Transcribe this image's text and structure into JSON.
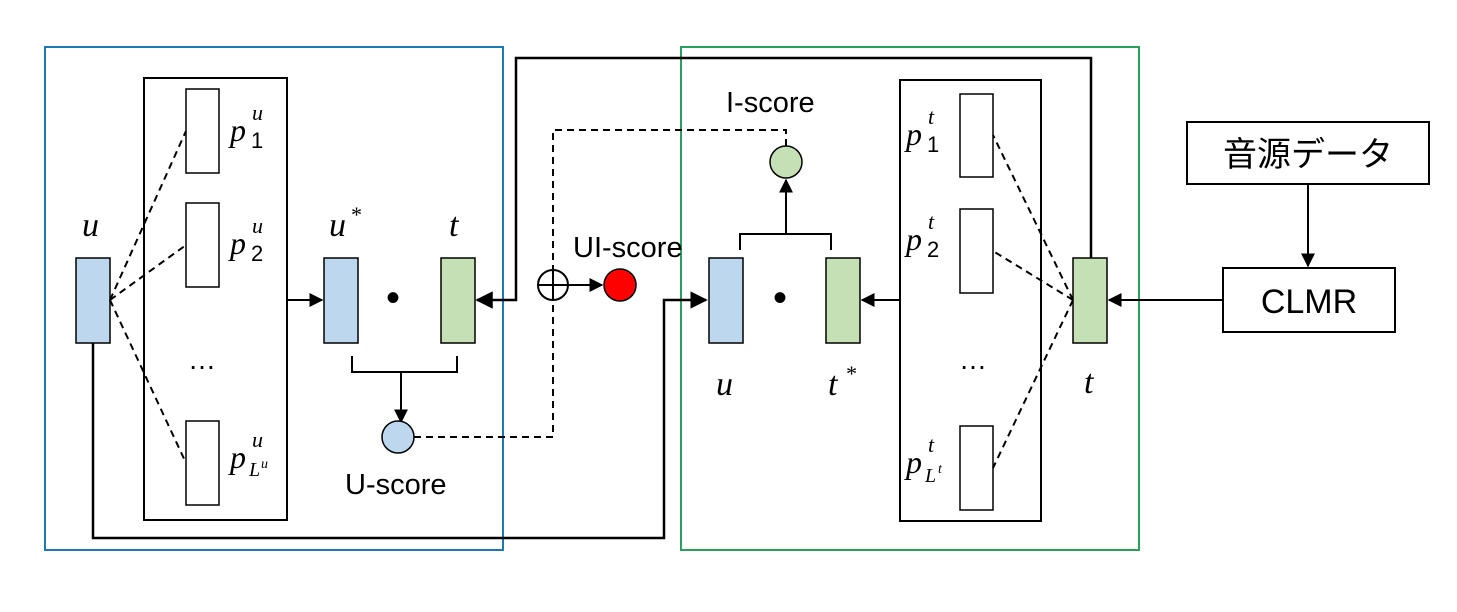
{
  "labels": {
    "user_vec": "u",
    "user_star": "u",
    "star": "*",
    "track_left": "t",
    "user_right": "u",
    "track_star": "t",
    "track_right": "t",
    "dot": "•",
    "ellipsis_left": "…",
    "ellipsis_right": "…",
    "p": "p",
    "u_sup": "u",
    "t_sup": "t",
    "sub_1": "1",
    "sub_2": "2",
    "sub_L": "L",
    "u_score": "U-score",
    "i_score": "I-score",
    "ui_score": "UI-score",
    "audio_data": "音源データ",
    "clmr": "CLMR",
    "oplus": "⊕"
  },
  "colors": {
    "user_box": "#1f77b4",
    "item_box": "#2ca05a",
    "user_fill": "#bdd7ee",
    "item_fill": "#c5e0b4",
    "ui_score_dot": "#ff0000",
    "line": "#000000"
  }
}
